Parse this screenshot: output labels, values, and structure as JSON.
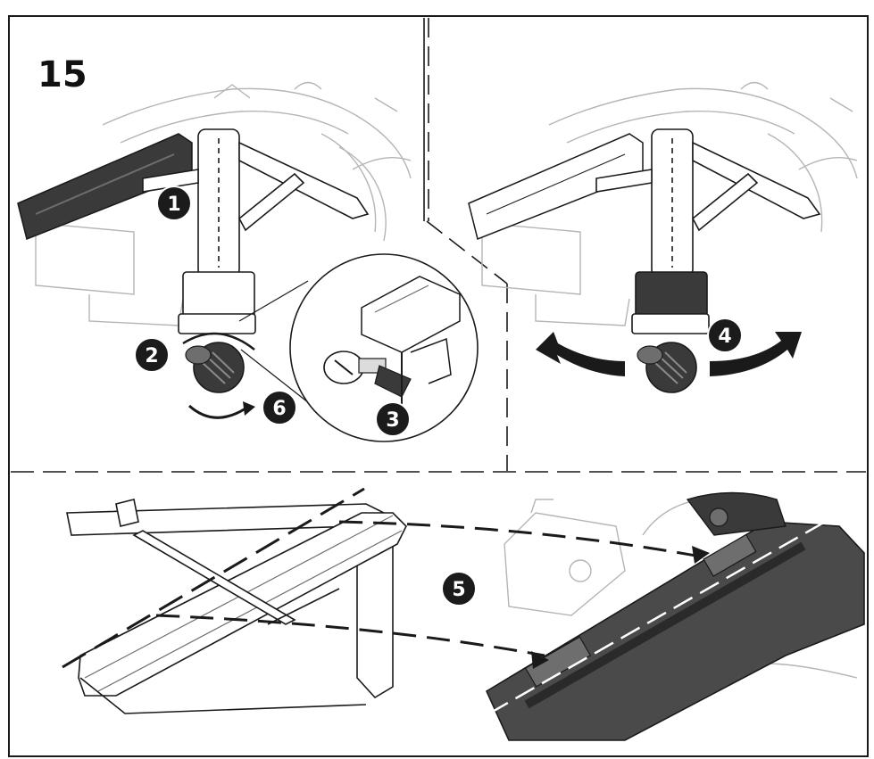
{
  "figure": {
    "step_number": "15",
    "callouts": {
      "c1": "1",
      "c2": "2",
      "c3": "3",
      "c4": "4",
      "c5": "5",
      "c6": "6"
    }
  },
  "colors": {
    "line": "#1a1a1a",
    "light_line": "#b5b5b5",
    "dark_fill": "#3a3a3a",
    "mid_fill": "#6e6e6e",
    "badge": "#1b1b1b"
  }
}
